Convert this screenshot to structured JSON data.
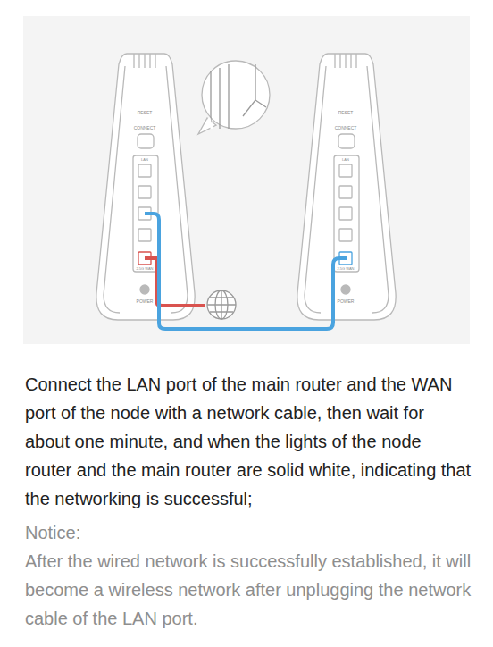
{
  "diagram": {
    "labels": [
      "RESET",
      "CONNECT",
      "LAN",
      "2.5G WAN",
      "POWER",
      "RESET",
      "CONNECT",
      "LAN",
      "2.5G WAN",
      "POWER",
      "Connect the LAN port of the main router and the WAN port of the node with a network cable, then wait for about one minute, and when the lights of the node router and the main router are solid white, indicating that the networking is successful;",
      "Notice:",
      "After the wired network is successfully established, it will become a wireless network after unplugging the network cable of the LAN port."
    ]
  }
}
